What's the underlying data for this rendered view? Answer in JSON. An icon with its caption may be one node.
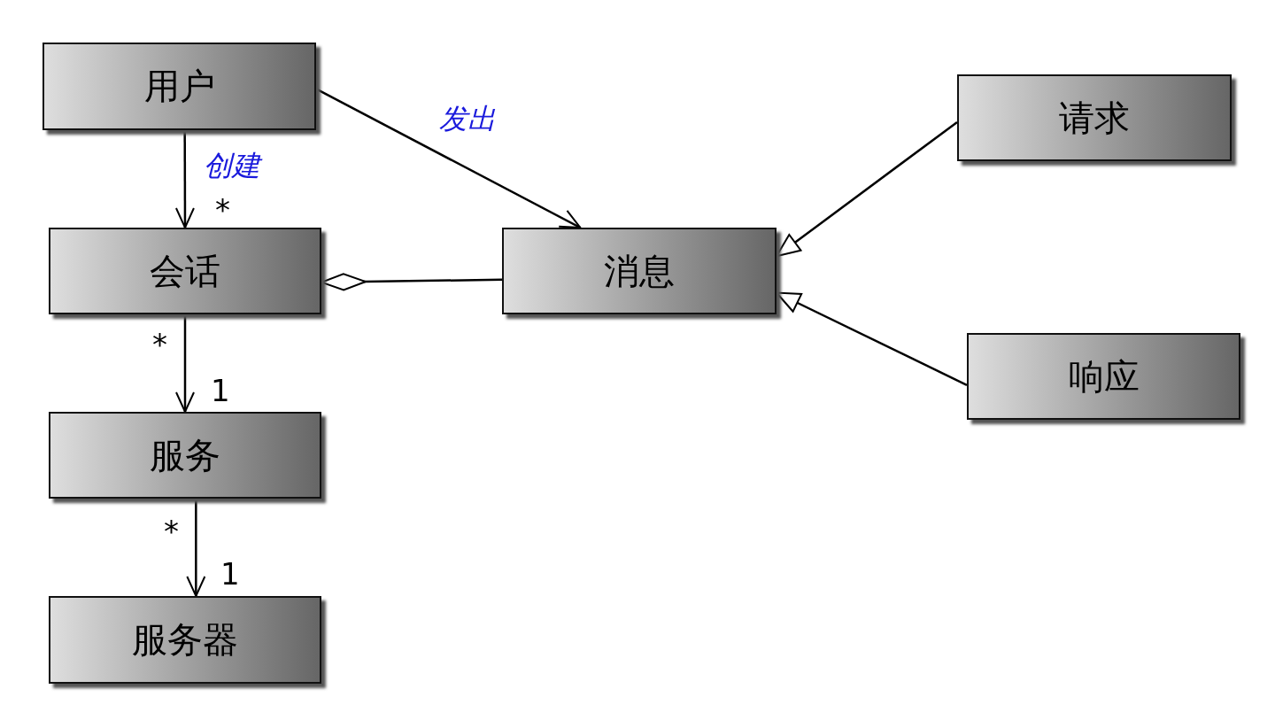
{
  "diagram": {
    "nodes": [
      {
        "text": [
          "用户"
        ]
      },
      {
        "text": [
          "会话"
        ]
      },
      {
        "text": [
          "服务"
        ]
      },
      {
        "text": [
          "服务器"
        ]
      },
      {
        "text": [
          "消息"
        ]
      },
      {
        "text": [
          "请求"
        ]
      },
      {
        "text": [
          "响应"
        ]
      }
    ],
    "edges": [
      {
        "from": 0,
        "to": 1,
        "arrow": "to",
        "label": "创建"
      },
      {
        "from": 1,
        "to": 2,
        "arrow": "to"
      },
      {
        "from": 2,
        "to": 3,
        "arrow": "to"
      },
      {
        "from": 0,
        "to": 4,
        "arrow": "to",
        "label": "发出"
      },
      {
        "from": 4,
        "to": 1,
        "arrow": "other"
      },
      {
        "from": 5,
        "to": 4,
        "arrow": "to"
      },
      {
        "from": 6,
        "to": 4,
        "arrow": "to"
      }
    ],
    "labels": [
      "*",
      "*",
      "1",
      "*",
      "1"
    ]
  }
}
